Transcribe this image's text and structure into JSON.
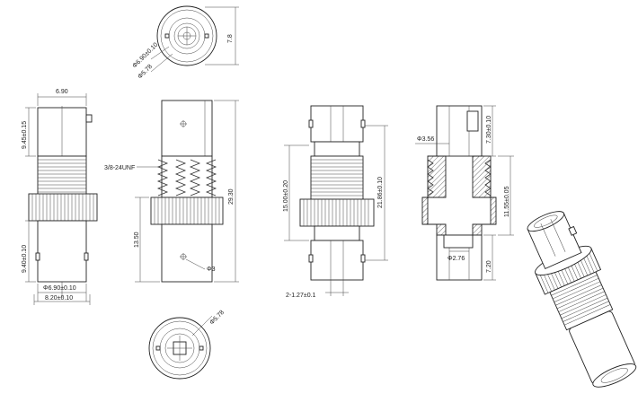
{
  "drawing": {
    "top_view": {
      "dims": [
        "Φ6.90±0.10",
        "Φ5.78",
        "7.8"
      ]
    },
    "side_view_a": {
      "dims": [
        "6.90",
        "9.45±0.15",
        "9.40±0.10",
        "Φ6.90±0.10",
        "8.20±0.10"
      ]
    },
    "side_view_b": {
      "dims": [
        "3/8-24UNF",
        "29.30",
        "13.50",
        "Φ3"
      ]
    },
    "side_view_c": {
      "dims": [
        "15.00±0.20",
        "21.86±0.10",
        "2-1.27±0.1"
      ]
    },
    "section_view": {
      "dims": [
        "Φ3.56",
        "7.30±0.10",
        "11.55±0.05",
        "Φ2.76",
        "7.20"
      ]
    },
    "bottom_view": {
      "dims": [
        "Φ5.78"
      ]
    },
    "iso_view": {}
  },
  "colors": {
    "line": "#333333",
    "background": "#ffffff"
  }
}
